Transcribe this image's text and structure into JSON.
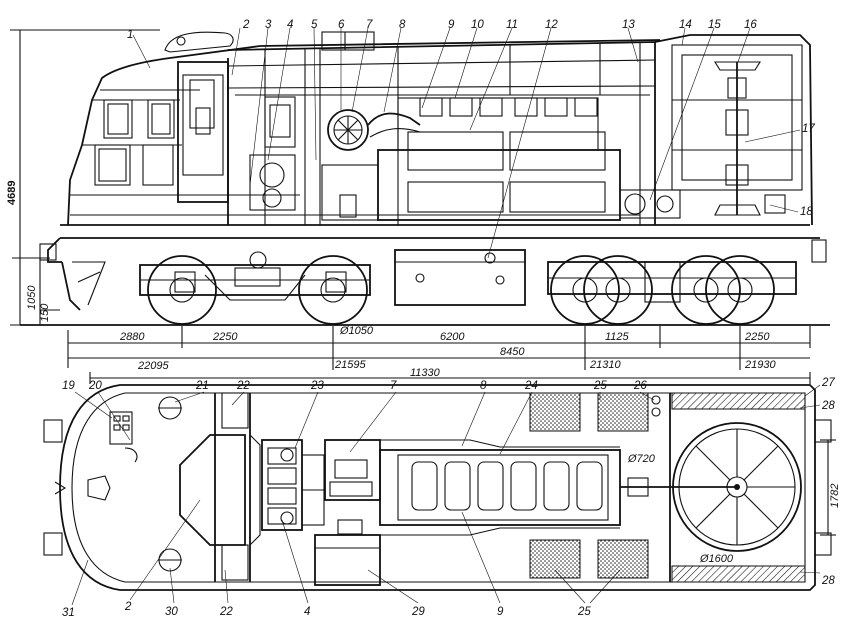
{
  "side_view": {
    "part_labels": [
      {
        "id": "p1",
        "text": "1"
      },
      {
        "id": "p2",
        "text": "2"
      },
      {
        "id": "p3",
        "text": "3"
      },
      {
        "id": "p4",
        "text": "4"
      },
      {
        "id": "p5",
        "text": "5"
      },
      {
        "id": "p6",
        "text": "6"
      },
      {
        "id": "p7",
        "text": "7"
      },
      {
        "id": "p8",
        "text": "8"
      },
      {
        "id": "p9",
        "text": "9"
      },
      {
        "id": "p10",
        "text": "10"
      },
      {
        "id": "p11",
        "text": "11"
      },
      {
        "id": "p12",
        "text": "12"
      },
      {
        "id": "p13",
        "text": "13"
      },
      {
        "id": "p14",
        "text": "14"
      },
      {
        "id": "p15",
        "text": "15"
      },
      {
        "id": "p16",
        "text": "16"
      },
      {
        "id": "p17",
        "text": "17"
      },
      {
        "id": "p18",
        "text": "18"
      }
    ],
    "dimensions": {
      "height": "4689",
      "buffer_height": "1050",
      "step": "150",
      "wheel_diameter": "Ø1050",
      "d2880": "2880",
      "d2250_left": "2250",
      "d6200": "6200",
      "d1125": "1125",
      "d2250_right": "2250",
      "d8450": "8450",
      "d22095": "22095",
      "d21595": "21595",
      "d21310": "21310",
      "d21930": "21930",
      "d11330": "11330"
    }
  },
  "plan_view": {
    "part_labels": [
      {
        "id": "q19",
        "text": "19"
      },
      {
        "id": "q20",
        "text": "20"
      },
      {
        "id": "q21",
        "text": "21"
      },
      {
        "id": "q22a",
        "text": "22"
      },
      {
        "id": "q23",
        "text": "23"
      },
      {
        "id": "q7",
        "text": "7"
      },
      {
        "id": "q8",
        "text": "8"
      },
      {
        "id": "q24",
        "text": "24"
      },
      {
        "id": "q25a",
        "text": "25"
      },
      {
        "id": "q26",
        "text": "26"
      },
      {
        "id": "q27",
        "text": "27"
      },
      {
        "id": "q28a",
        "text": "28"
      },
      {
        "id": "q28b",
        "text": "28"
      },
      {
        "id": "q31",
        "text": "31"
      },
      {
        "id": "q2",
        "text": "2"
      },
      {
        "id": "q30",
        "text": "30"
      },
      {
        "id": "q22b",
        "text": "22"
      },
      {
        "id": "q4",
        "text": "4"
      },
      {
        "id": "q29",
        "text": "29"
      },
      {
        "id": "q9",
        "text": "9"
      },
      {
        "id": "q25b",
        "text": "25"
      }
    ],
    "dimensions": {
      "fan_duct": "Ø720",
      "fan": "Ø1600",
      "width": "1782"
    }
  }
}
